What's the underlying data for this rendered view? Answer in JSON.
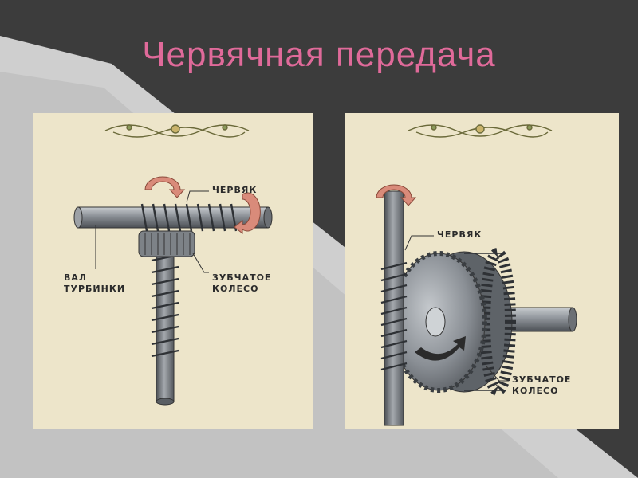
{
  "slide": {
    "title": "Червячная передача"
  },
  "left_panel": {
    "label_worm": "ЧЕРВЯК",
    "label_shaft_line1": "ВАЛ",
    "label_shaft_line2": "ТУРБИНКИ",
    "label_gear_line1": "ЗУБЧАТОЕ",
    "label_gear_line2": "КОЛЕСО"
  },
  "right_panel": {
    "label_worm": "ЧЕРВЯК",
    "label_gear_line1": "ЗУБЧАТОЕ",
    "label_gear_line2": "КОЛЕСО"
  },
  "colors": {
    "title": "#e06a9a",
    "panel_bg": "#ede5ca",
    "metal": "#8a8f95",
    "arrow": "#d98b7a",
    "background_dark": "#3c3c3c",
    "background_light": "#c8c8c8"
  }
}
